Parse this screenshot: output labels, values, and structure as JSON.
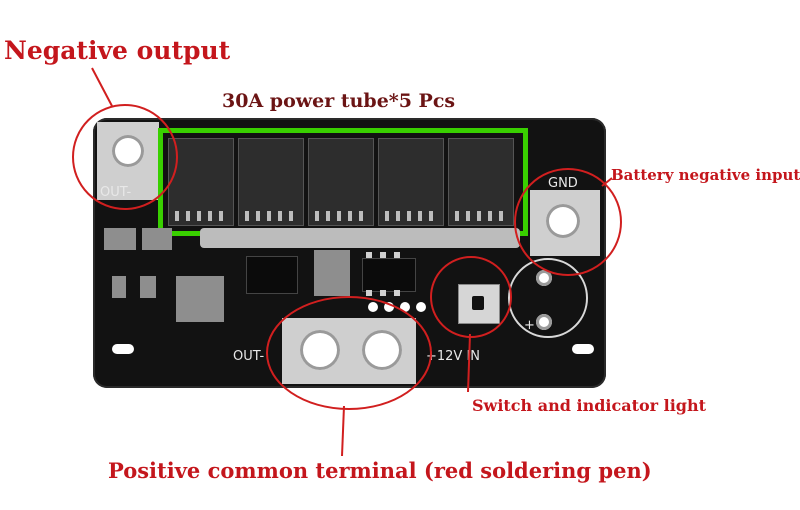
{
  "annotations": {
    "negative_output": "Negative output",
    "power_tube": "30A power tube*5 Pcs",
    "battery_negative_input": "Battery negative input",
    "switch_indicator": "Switch and indicator light",
    "positive_common_terminal": "Positive common terminal (red soldering pen)"
  },
  "silkscreen": {
    "out_minus_top": "OUT-",
    "gnd": "GND",
    "out_minus_bottom": "OUT-",
    "plus_12v_in": "+12V IN",
    "plus": "+"
  },
  "colors": {
    "annotation_red": "#c4161c",
    "highlight_green": "#39d000",
    "pcb": "#121212"
  }
}
